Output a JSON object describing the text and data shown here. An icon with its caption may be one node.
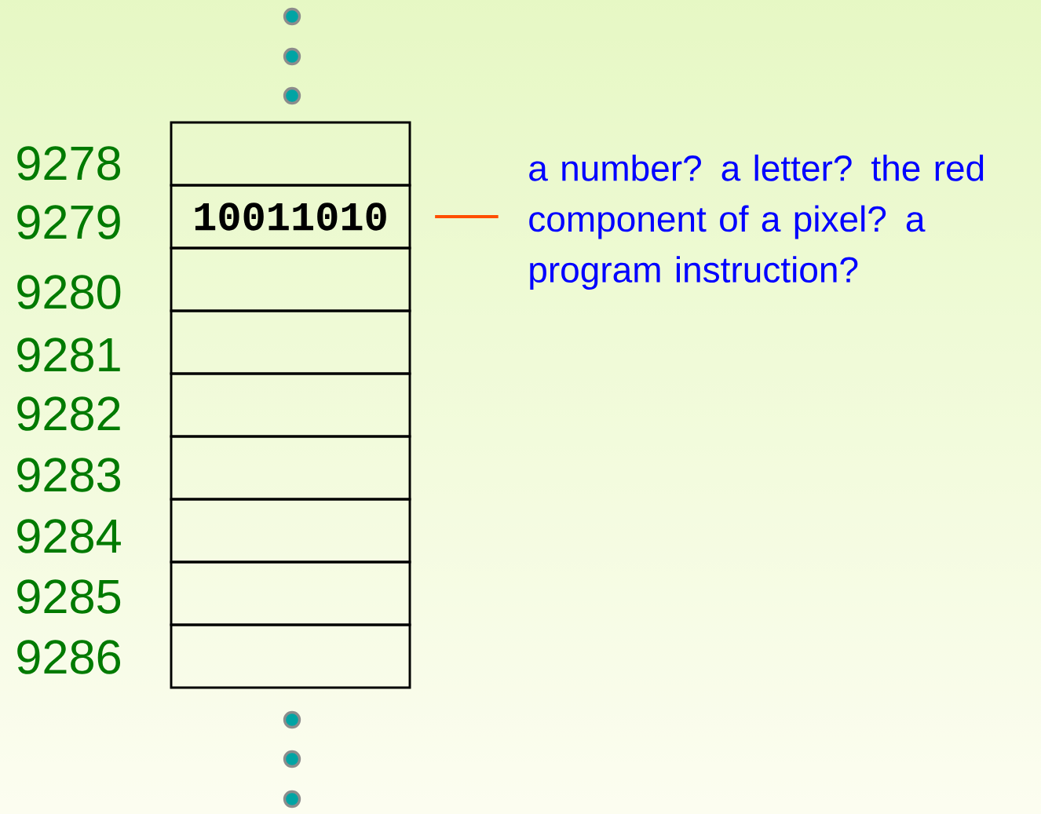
{
  "diagram": {
    "nodes": [
      {
        "text": [],
        "shape": "box",
        "beside": [
          "9278"
        ]
      },
      {
        "text": [
          "10011010"
        ],
        "beside": [
          "9279"
        ]
      },
      {
        "text": [],
        "shape": "box",
        "beside": [
          "9280"
        ]
      },
      {
        "text": [],
        "shape": "box",
        "beside": [
          "9281"
        ]
      },
      {
        "text": [],
        "shape": "box",
        "beside": [
          "9282"
        ]
      },
      {
        "text": [],
        "shape": "box",
        "beside": [
          "9283"
        ]
      },
      {
        "text": [],
        "shape": "box",
        "beside": [
          "9284"
        ]
      },
      {
        "text": [],
        "shape": "box",
        "beside": [
          "9285"
        ]
      },
      {
        "text": [],
        "shape": "box",
        "beside": [
          "9286"
        ]
      },
      {
        "text": [
          "a number? a letter? the red component of a pixel? a program instruction?"
        ]
      }
    ],
    "edges": [
      {
        "from": 1,
        "to": 9,
        "arrow": "none",
        "color": "#ff4f00"
      }
    ]
  }
}
